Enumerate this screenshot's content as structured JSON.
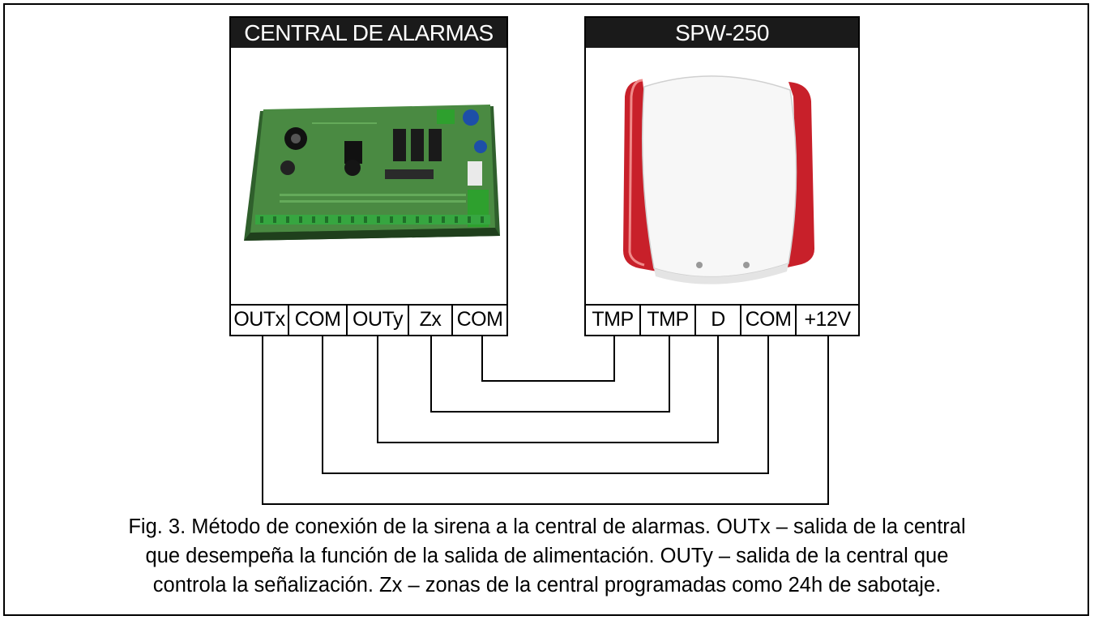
{
  "central": {
    "title": "CENTRAL DE ALARMAS",
    "terminals": [
      "OUTx",
      "COM",
      "OUTy",
      "Zx",
      "COM"
    ]
  },
  "siren": {
    "title": "SPW-250",
    "terminals": [
      "TMP",
      "TMP",
      "D",
      "COM",
      "+12V"
    ]
  },
  "caption": {
    "line1": "Fig. 3. Método de conexión de la sirena a la central de alarmas. OUTx – salida de la central",
    "line2": "que desempeña la función de la salida de alimentación. OUTy – salida de la central que",
    "line3": "controla la señalización. Zx – zonas de la central programadas como 24h de sabotaje."
  },
  "colors": {
    "title_bar": "#1a1a1a",
    "pcb": "#3f7a3a",
    "siren_red": "#d8262b"
  }
}
